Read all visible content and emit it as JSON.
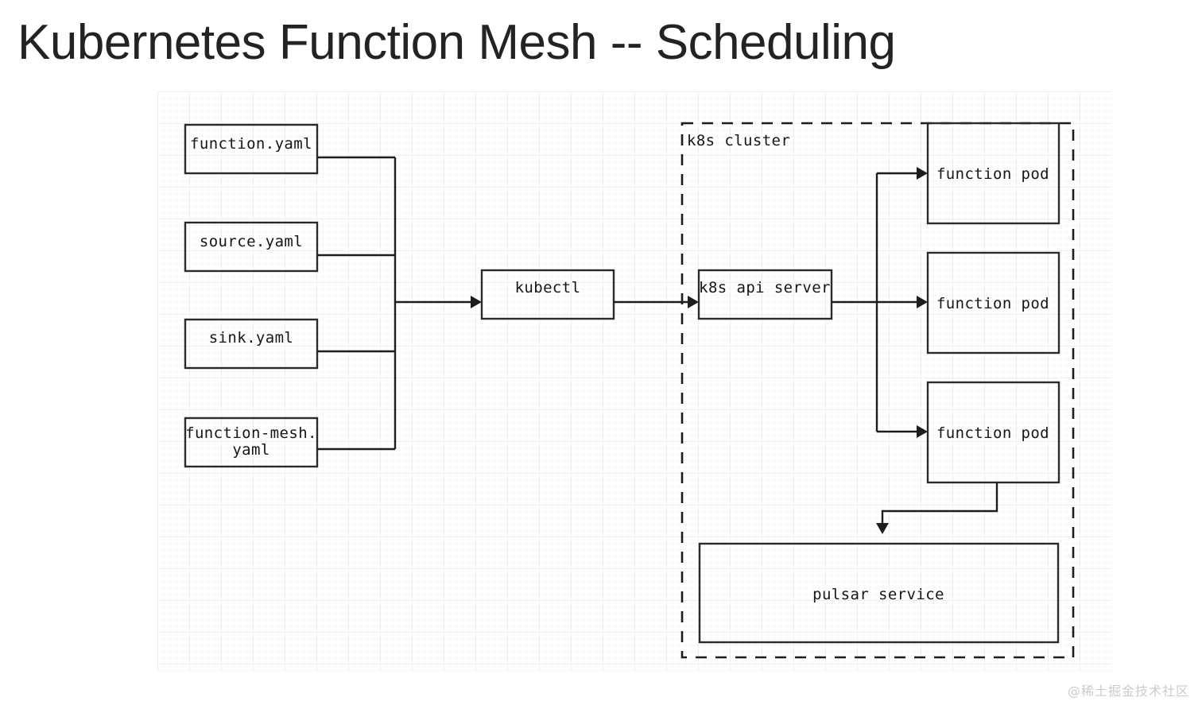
{
  "title": "Kubernetes Function Mesh -- Scheduling",
  "watermark": "@稀土掘金技术社区",
  "colors": {
    "stroke": "#1d1d1d",
    "box_stroke": "#2b2b2b",
    "title": "#232323",
    "grid_minor": "#f6f7f8",
    "grid_major": "#eceef0",
    "watermark": "#c9cbcd",
    "background": "#ffffff"
  },
  "diagram": {
    "type": "flow-diagram",
    "manifests": [
      {
        "id": "function-yaml",
        "label": "function.yaml",
        "lines": [
          "function.yaml"
        ]
      },
      {
        "id": "source-yaml",
        "label": "source.yaml",
        "lines": [
          "source.yaml"
        ]
      },
      {
        "id": "sink-yaml",
        "label": "sink.yaml",
        "lines": [
          "sink.yaml"
        ]
      },
      {
        "id": "function-mesh-yaml",
        "label": "function-mesh. yaml",
        "lines": [
          "function-mesh.",
          "yaml"
        ]
      }
    ],
    "cli": {
      "id": "kubectl",
      "label": "kubectl"
    },
    "cluster": {
      "id": "k8s-cluster",
      "label": "k8s cluster",
      "border": "dashed",
      "api_server": {
        "id": "k8s-api-server",
        "label": "k8s api server"
      },
      "pods": [
        {
          "id": "function-pod-1",
          "label": "function pod"
        },
        {
          "id": "function-pod-2",
          "label": "function pod"
        },
        {
          "id": "function-pod-3",
          "label": "function pod"
        }
      ],
      "service": {
        "id": "pulsar-service",
        "label": "pulsar service"
      }
    },
    "edges": [
      {
        "from": "manifests",
        "to": "kubectl",
        "arrow": true
      },
      {
        "from": "kubectl",
        "to": "k8s-api-server",
        "arrow": true
      },
      {
        "from": "k8s-api-server",
        "to": "function-pod-1",
        "arrow": true
      },
      {
        "from": "k8s-api-server",
        "to": "function-pod-2",
        "arrow": true
      },
      {
        "from": "k8s-api-server",
        "to": "function-pod-3",
        "arrow": true
      },
      {
        "from": "function-pod-3",
        "to": "pulsar-service",
        "arrow": true
      }
    ]
  }
}
